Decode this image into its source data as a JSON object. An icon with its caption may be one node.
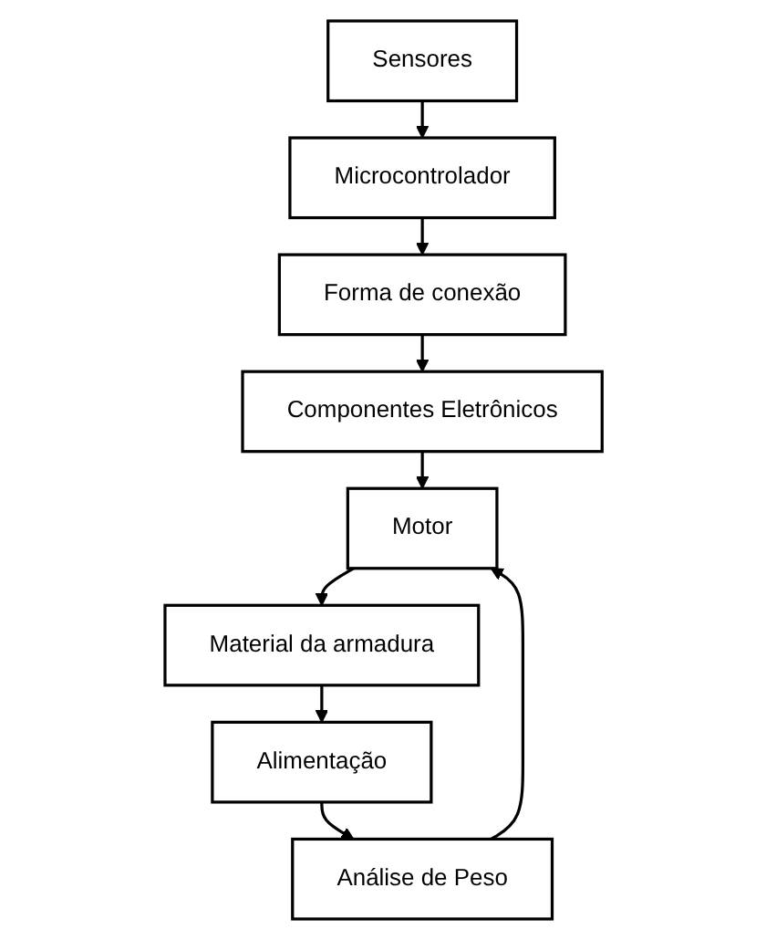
{
  "diagram": {
    "nodes": [
      {
        "text": [
          "Sensores"
        ]
      },
      {
        "text": [
          "Microcontrolador"
        ]
      },
      {
        "text": [
          "Forma de conexão"
        ]
      },
      {
        "text": [
          "Componentes Eletrônicos"
        ]
      },
      {
        "text": [
          "Motor"
        ]
      },
      {
        "text": [
          "Material da armadura"
        ]
      },
      {
        "text": [
          "Alimentação"
        ]
      },
      {
        "text": [
          "Análise de Peso"
        ]
      }
    ],
    "edges": [
      {
        "from": 0,
        "to": 1,
        "arrow": "to"
      },
      {
        "from": 1,
        "to": 2,
        "arrow": "to"
      },
      {
        "from": 2,
        "to": 3,
        "arrow": "to"
      },
      {
        "from": 3,
        "to": 4,
        "arrow": "to"
      },
      {
        "from": 4,
        "to": 5,
        "arrow": "to"
      },
      {
        "from": 5,
        "to": 6,
        "arrow": "to"
      },
      {
        "from": 6,
        "to": 7,
        "arrow": "to"
      },
      {
        "from": 7,
        "to": 4,
        "arrow": "to"
      }
    ]
  }
}
